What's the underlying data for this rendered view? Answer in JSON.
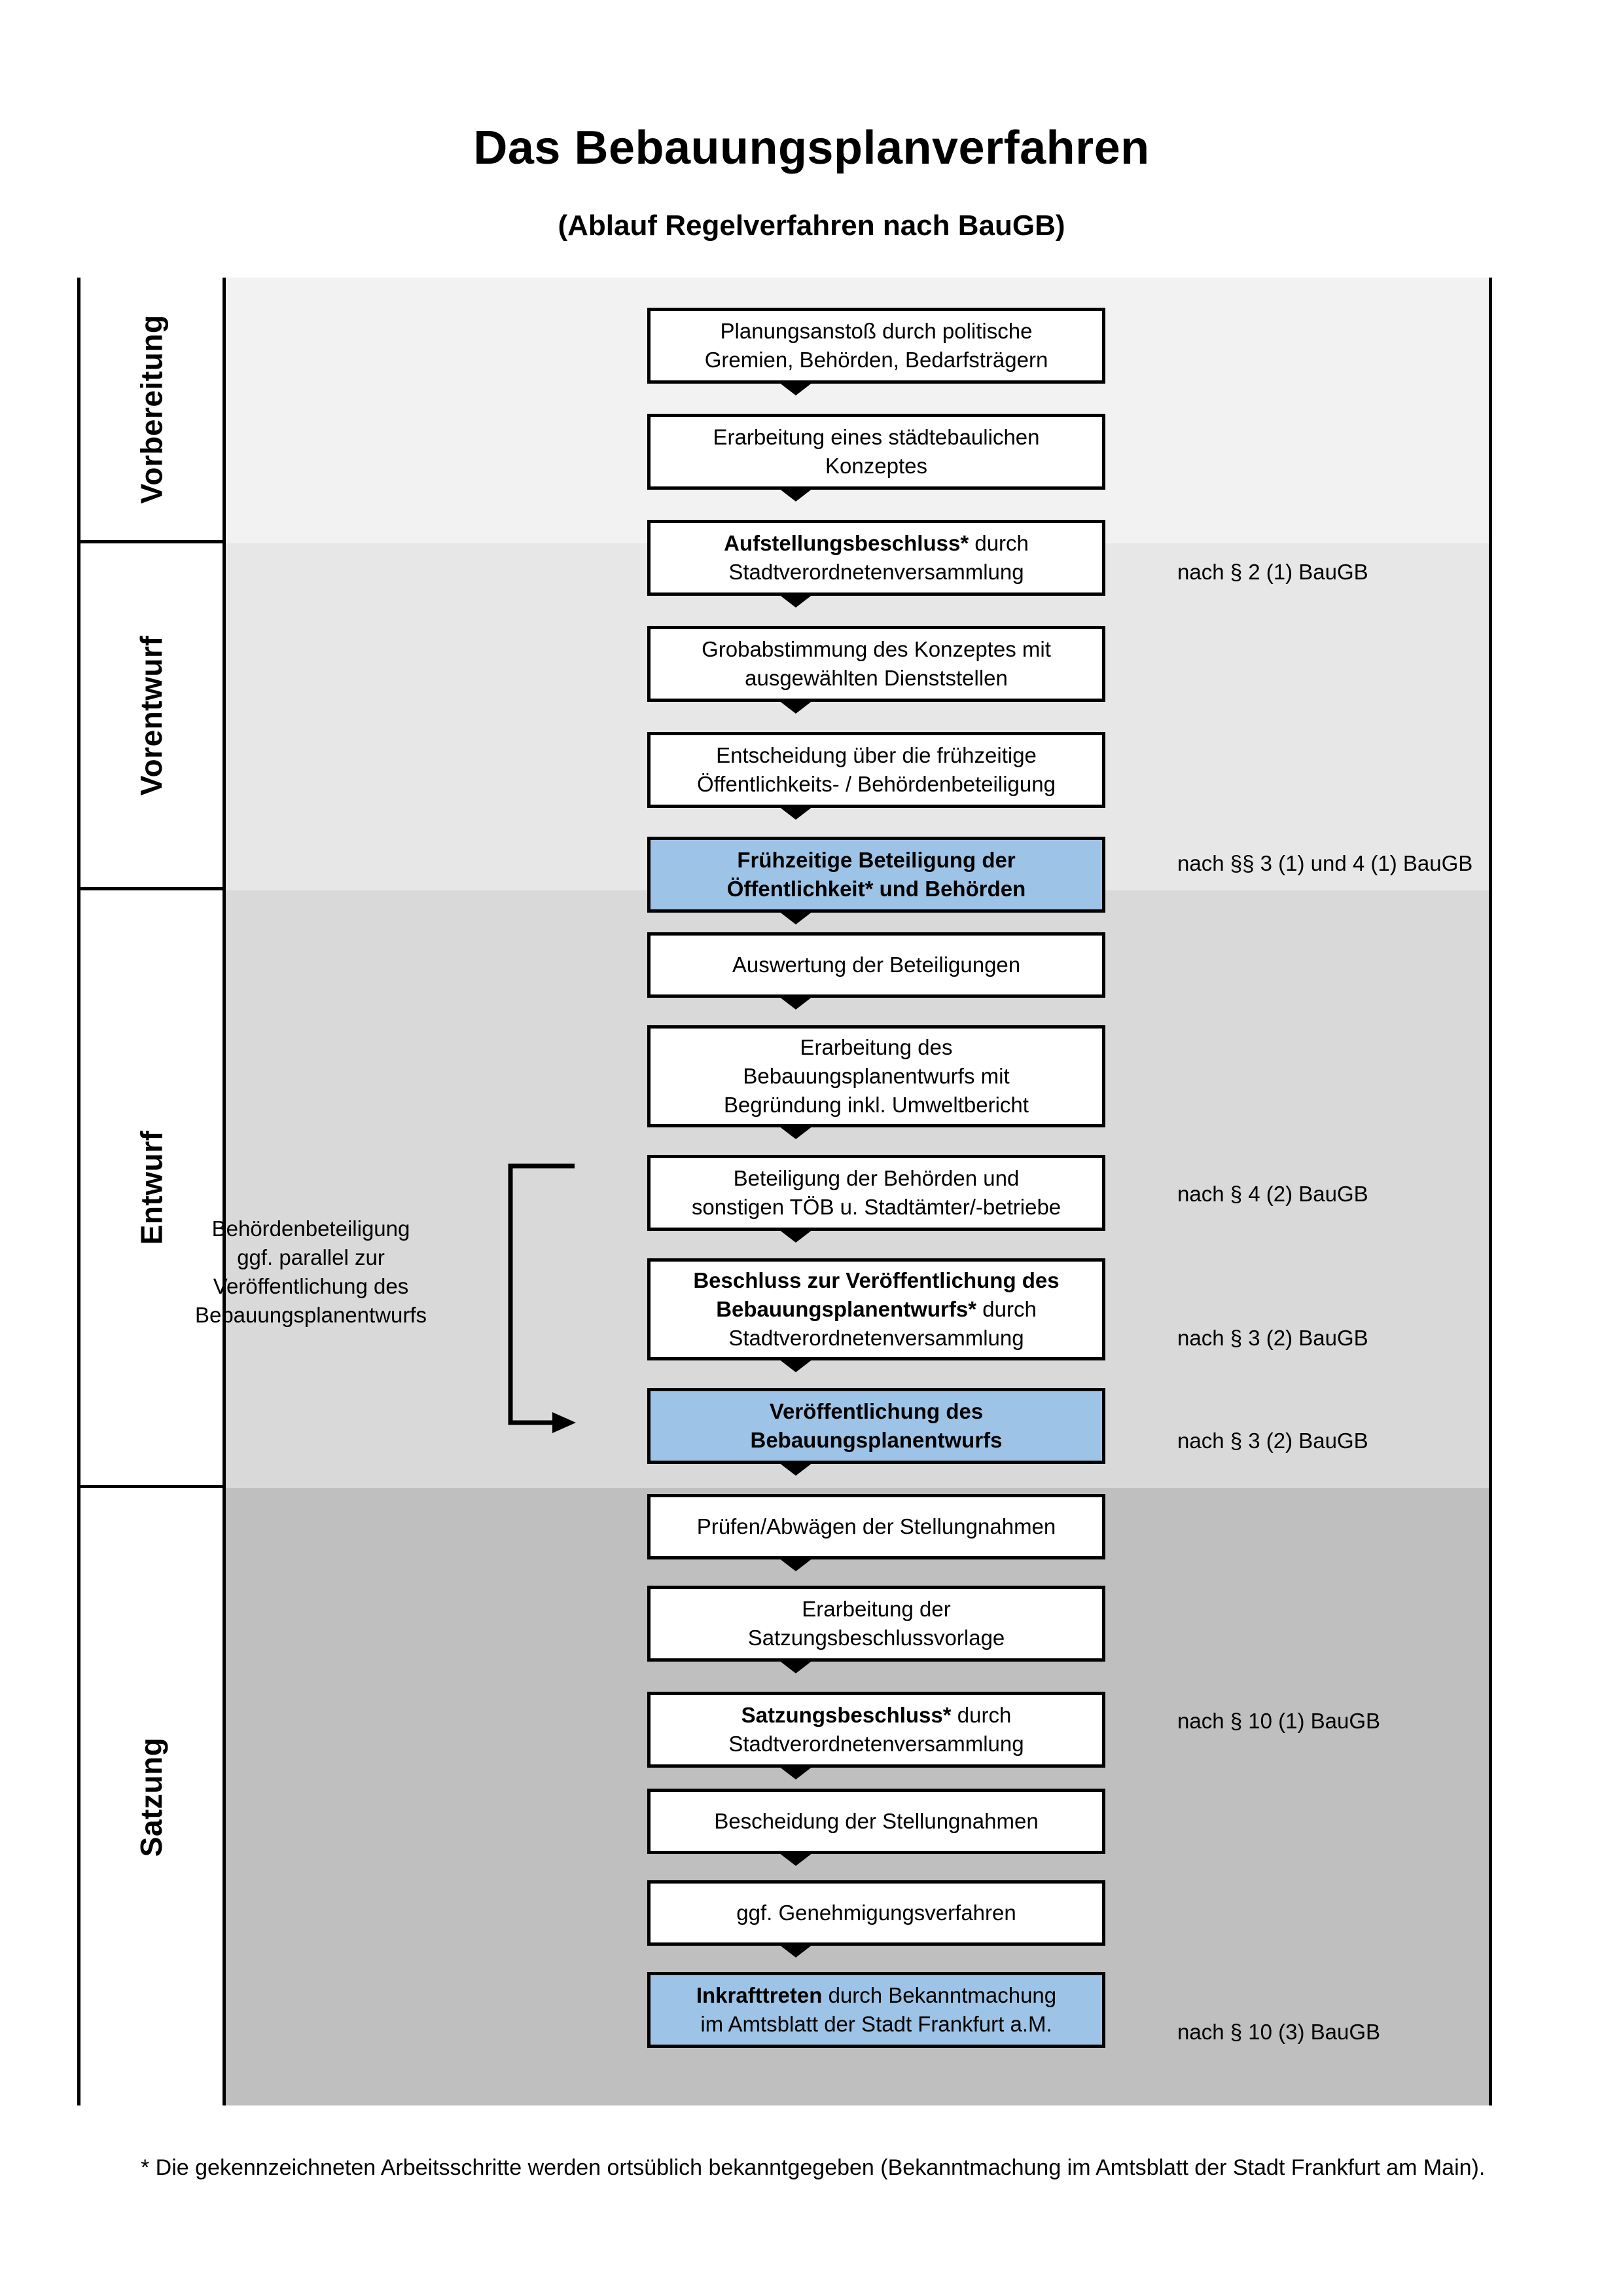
{
  "title": "Das Bebauungsplanverfahren",
  "subtitle": "(Ablauf Regelverfahren nach BauGB)",
  "colors": {
    "highlight_blue": "#9DC3E6",
    "band_vorbereitung": "#F2F2F2",
    "band_vorentwurf": "#E7E7E7",
    "band_entwurf": "#D9D9D9",
    "band_satzung": "#BFBFBF",
    "border": "#000000"
  },
  "phases": [
    {
      "label": "Vorbereitung",
      "background": "#F2F2F2"
    },
    {
      "label": "Vorentwurf",
      "background": "#E7E7E7"
    },
    {
      "label": "Entwurf",
      "background": "#D9D9D9"
    },
    {
      "label": "Satzung",
      "background": "#BFBFBF"
    }
  ],
  "steps": [
    {
      "id": "planungsanstoss",
      "phase": "Vorbereitung",
      "highlight": false,
      "bold_prefix": "",
      "lines": [
        "Planungsanstoß durch politische",
        "Gremien, Behörden, Bedarfsträgern"
      ]
    },
    {
      "id": "staedtebauliches-konzept",
      "phase": "Vorbereitung",
      "highlight": false,
      "bold_prefix": "",
      "lines": [
        "Erarbeitung eines städtebaulichen",
        "Konzeptes"
      ]
    },
    {
      "id": "aufstellungsbeschluss",
      "phase": "Vorbereitung",
      "highlight": false,
      "bold_prefix": "Aufstellungsbeschluss*",
      "lines": [
        " durch",
        "Stadtverordnetenversammlung"
      ]
    },
    {
      "id": "grobabstimmung",
      "phase": "Vorentwurf",
      "highlight": false,
      "bold_prefix": "",
      "lines": [
        "Grobabstimmung des Konzeptes mit",
        "ausgewählten Dienststellen"
      ]
    },
    {
      "id": "entscheidung-fruehzeitige-beteiligung",
      "phase": "Vorentwurf",
      "highlight": false,
      "bold_prefix": "",
      "lines": [
        "Entscheidung über die frühzeitige",
        "Öffentlichkeits- / Behördenbeteiligung"
      ]
    },
    {
      "id": "fruehzeitige-beteiligung",
      "phase": "Vorentwurf",
      "highlight": true,
      "bold_prefix": "",
      "all_bold": true,
      "lines": [
        "Frühzeitige Beteiligung der",
        "Öffentlichkeit* und Behörden"
      ]
    },
    {
      "id": "auswertung-beteiligungen",
      "phase": "Entwurf",
      "highlight": false,
      "bold_prefix": "",
      "lines": [
        "Auswertung der Beteiligungen"
      ]
    },
    {
      "id": "erarbeitung-bebauungsplanentwurf",
      "phase": "Entwurf",
      "highlight": false,
      "bold_prefix": "",
      "lines": [
        "Erarbeitung des",
        "Bebauungsplanentwurfs mit",
        "Begründung inkl. Umweltbericht"
      ]
    },
    {
      "id": "beteiligung-behoerden-toeb",
      "phase": "Entwurf",
      "highlight": false,
      "bold_prefix": "",
      "lines": [
        "Beteiligung der Behörden und",
        "sonstigen TÖB u. Stadtämter/-betriebe"
      ]
    },
    {
      "id": "beschluss-veroeffentlichung",
      "phase": "Entwurf",
      "highlight": false,
      "bold_prefix": "Beschluss zur Veröffentlichung des Bebauungsplanentwurfs*",
      "lines": [
        " durch",
        "Stadtverordnetenversammlung"
      ]
    },
    {
      "id": "veroeffentlichung-entwurf",
      "phase": "Entwurf",
      "highlight": true,
      "bold_prefix": "",
      "all_bold": true,
      "lines": [
        "Veröffentlichung des",
        "Bebauungsplanentwurfs"
      ]
    },
    {
      "id": "pruefen-abwaegen",
      "phase": "Satzung",
      "highlight": false,
      "bold_prefix": "",
      "lines": [
        "Prüfen/Abwägen der Stellungnahmen"
      ]
    },
    {
      "id": "erarbeitung-satzungsbeschlussvorlage",
      "phase": "Satzung",
      "highlight": false,
      "bold_prefix": "",
      "lines": [
        "Erarbeitung der",
        "Satzungsbeschlussvorlage"
      ]
    },
    {
      "id": "satzungsbeschluss",
      "phase": "Satzung",
      "highlight": false,
      "bold_prefix": "Satzungsbeschluss*",
      "lines": [
        " durch",
        "Stadtverordnetenversammlung"
      ]
    },
    {
      "id": "bescheidung-stellungnahmen",
      "phase": "Satzung",
      "highlight": false,
      "bold_prefix": "",
      "lines": [
        "Bescheidung der Stellungnahmen"
      ]
    },
    {
      "id": "genehmigungsverfahren",
      "phase": "Satzung",
      "highlight": false,
      "bold_prefix": "",
      "lines": [
        "ggf. Genehmigungsverfahren"
      ]
    },
    {
      "id": "inkrafttreten",
      "phase": "Satzung",
      "highlight": true,
      "bold_prefix": "Inkrafttreten",
      "lines": [
        " durch Bekanntmachung",
        "im Amtsblatt der Stadt Frankfurt a.M."
      ]
    }
  ],
  "legal_refs": [
    {
      "id": "ref-aufstellungsbeschluss",
      "text": "nach § 2 (1) BauGB"
    },
    {
      "id": "ref-fruehzeitige-beteiligung",
      "text": "nach §§ 3 (1) und 4 (1) BauGB"
    },
    {
      "id": "ref-beteiligung-behoerden",
      "text": "nach § 4 (2) BauGB"
    },
    {
      "id": "ref-beschluss-veroeffentlichung",
      "text": "nach § 3 (2) BauGB"
    },
    {
      "id": "ref-veroeffentlichung",
      "text": "nach § 3 (2) BauGB"
    },
    {
      "id": "ref-satzungsbeschluss",
      "text": "nach § 10 (1) BauGB"
    },
    {
      "id": "ref-inkrafttreten",
      "text": "nach § 10 (3) BauGB"
    }
  ],
  "side_note": {
    "lines": [
      "Behördenbeteiligung",
      "ggf. parallel zur",
      "Veröffentlichung des",
      "Bebauungsplanentwurfs"
    ]
  },
  "footnote": "* Die gekennzeichneten Arbeitsschritte werden ortsüblich bekanntgegeben (Bekanntmachung im Amtsblatt  der Stadt Frankfurt am Main)."
}
